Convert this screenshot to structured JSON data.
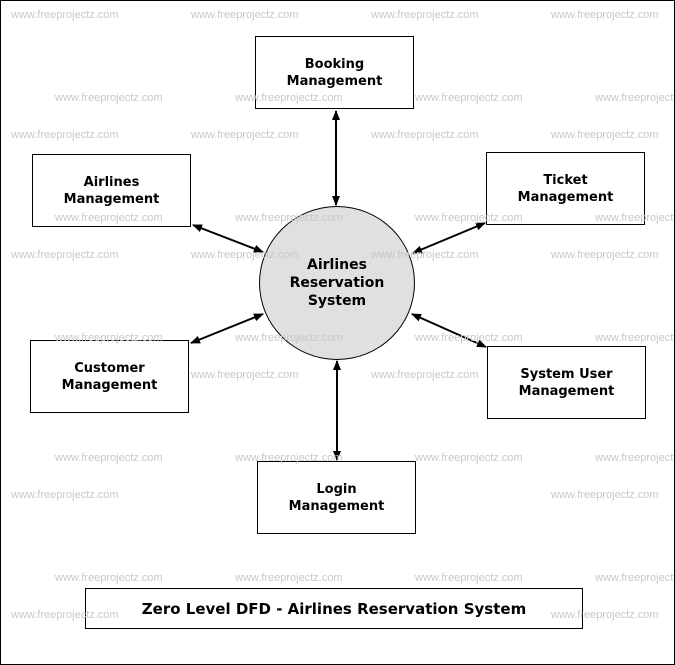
{
  "watermark": "www.freeprojectz.com",
  "center": {
    "label_lines": [
      "Airlines",
      "Reservation",
      "System"
    ]
  },
  "entities": {
    "booking": [
      "Booking",
      "Management"
    ],
    "airlines": [
      "Airlines",
      "Management"
    ],
    "ticket": [
      "Ticket",
      "Management"
    ],
    "customer": [
      "Customer",
      "Management"
    ],
    "system_user": [
      "System User",
      "Management"
    ],
    "login": [
      "Login",
      "Management"
    ]
  },
  "title": "Zero Level DFD - Airlines Reservation System"
}
